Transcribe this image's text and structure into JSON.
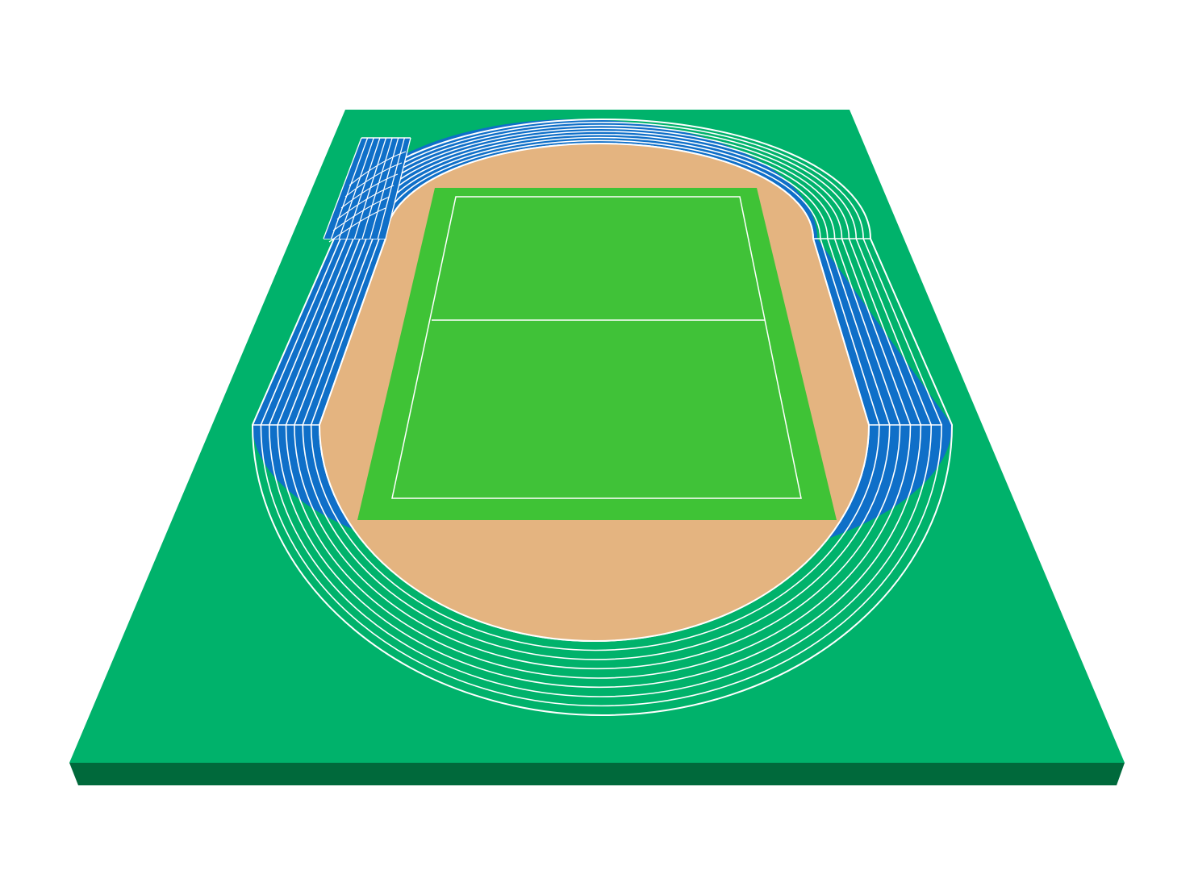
{
  "scene": {
    "subject": "athletics-track-stadium",
    "view": "perspective",
    "lane_count": 8,
    "colors": {
      "background": "#ffffff",
      "ground": "#00b26b",
      "ground_edge": "#00693b",
      "track": "#0f6fc8",
      "infield": "#e4b480",
      "field_outer": "#3fc336",
      "field_inner": "#40c238",
      "line": "#ffffff"
    }
  }
}
